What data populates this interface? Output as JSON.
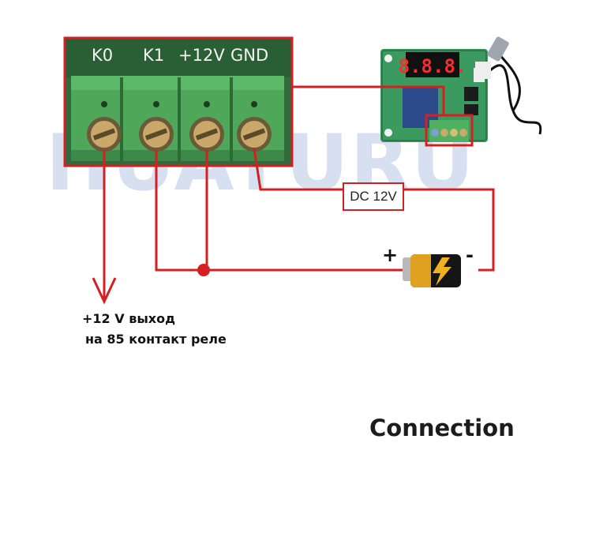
{
  "watermark_text": "HUAYURU",
  "terminal_labels": [
    "K0",
    "K1",
    "+12V",
    "GND"
  ],
  "dc_label": "DC 12V",
  "battery": {
    "plus": "+",
    "minus": "-"
  },
  "output_note": {
    "line1": "+12 V выход",
    "line2": "на 85 контакт реле"
  },
  "title": "Connection",
  "colors": {
    "wire": "#d42020",
    "terminal_green": "#4fa85a",
    "pcb_green": "#3a9a60",
    "display_red": "#ff2a2a"
  },
  "module": {
    "display_digits": "8.8.8."
  }
}
